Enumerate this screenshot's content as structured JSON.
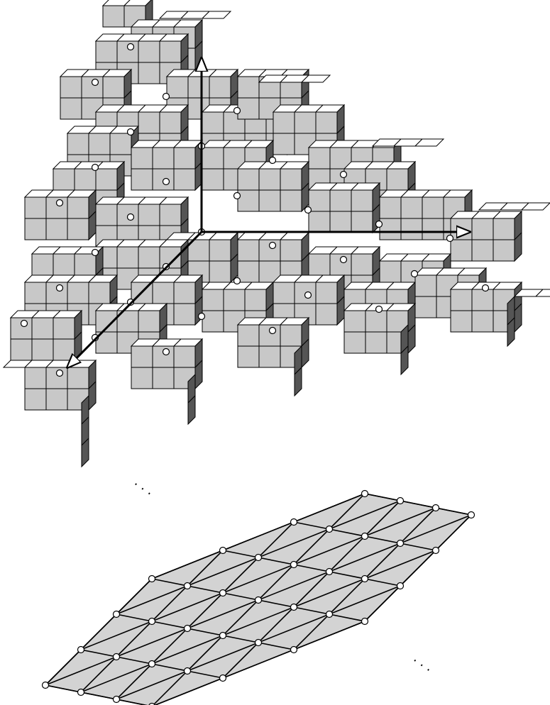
{
  "figure": {
    "upper_panel": {
      "description_name": "lattice-of-cubes",
      "colors": {
        "top_face": "#ffffff",
        "front_face": "#c8c8c8",
        "side_face": "#555555",
        "edge": "#000000"
      },
      "axes": [
        "x-axis",
        "y-axis",
        "z-axis"
      ]
    },
    "lower_panel": {
      "description_name": "triangular-lattice-hexagon",
      "colors": {
        "fill": "#d3d3d3",
        "edge": "#000000",
        "vertex": "#ffffff"
      },
      "ellipsis_top_left": "· · ·",
      "ellipsis_bottom_right": "· · ·"
    }
  }
}
